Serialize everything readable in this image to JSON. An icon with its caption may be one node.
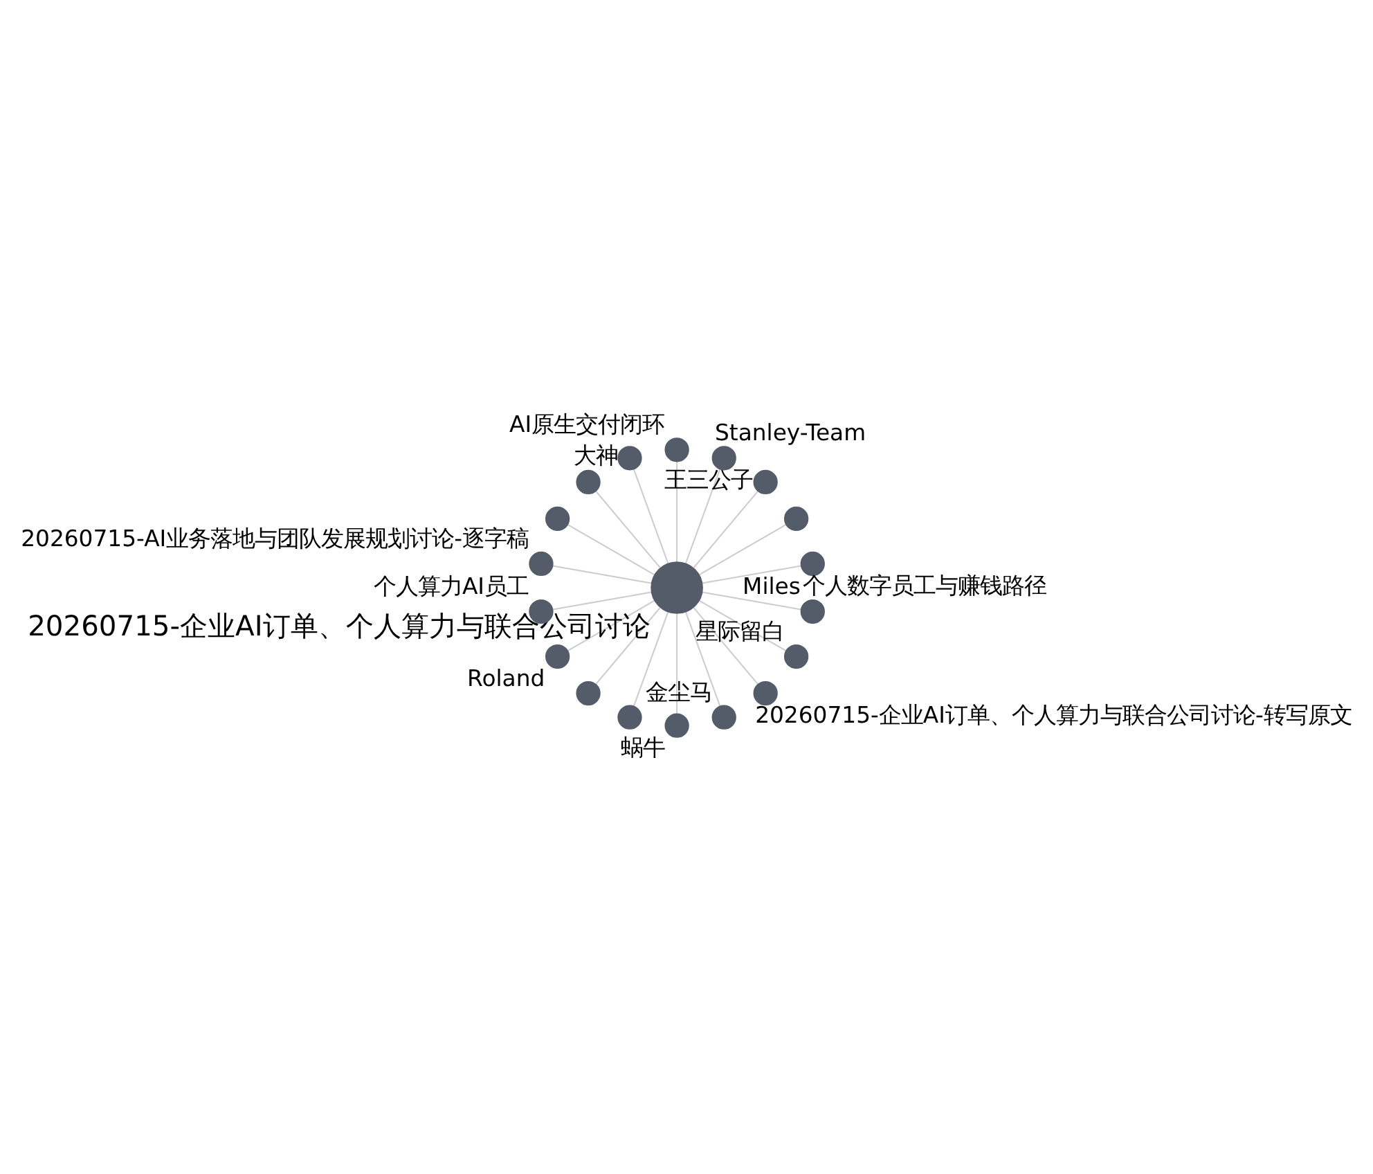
{
  "diagram": {
    "nodes": [
      {
        "text": [
          "20260715-企业AI订单、个人算力与联合公司讨论"
        ]
      },
      {
        "text": [
          "个人数字员工与赚钱路径"
        ]
      },
      {
        "text": [],
        "shape": "circle"
      },
      {
        "text": [
          "王三公子"
        ]
      },
      {
        "text": [
          "Stanley-Team"
        ]
      },
      {
        "text": [
          "AI原生交付闭环"
        ]
      },
      {
        "text": [
          "大神"
        ]
      },
      {
        "text": [],
        "shape": "circle"
      },
      {
        "text": [],
        "shape": "circle"
      },
      {
        "text": [
          "20260715-AI业务落地与团队发展规划讨论-逐字稿"
        ]
      },
      {
        "text": [
          "个人算力AI员工"
        ]
      },
      {
        "text": [
          "Roland"
        ]
      },
      {
        "text": [],
        "shape": "circle"
      },
      {
        "text": [],
        "shape": "circle"
      },
      {
        "text": [
          "蜗牛"
        ]
      },
      {
        "text": [
          "金尘马"
        ]
      },
      {
        "text": [
          "20260715-企业AI订单、个人算力与联合公司讨论-转写原文"
        ]
      },
      {
        "text": [
          "星际留白"
        ]
      },
      {
        "text": [
          "Miles"
        ]
      }
    ],
    "edges": [
      {
        "from": 0,
        "to": 1,
        "arrow": "none"
      },
      {
        "from": 0,
        "to": 2,
        "arrow": "none"
      },
      {
        "from": 0,
        "to": 3,
        "arrow": "none"
      },
      {
        "from": 0,
        "to": 4,
        "arrow": "none"
      },
      {
        "from": 0,
        "to": 5,
        "arrow": "none"
      },
      {
        "from": 0,
        "to": 6,
        "arrow": "none"
      },
      {
        "from": 0,
        "to": 7,
        "arrow": "none"
      },
      {
        "from": 0,
        "to": 8,
        "arrow": "none"
      },
      {
        "from": 0,
        "to": 9,
        "arrow": "none"
      },
      {
        "from": 0,
        "to": 10,
        "arrow": "none"
      },
      {
        "from": 0,
        "to": 11,
        "arrow": "none"
      },
      {
        "from": 0,
        "to": 12,
        "arrow": "none"
      },
      {
        "from": 0,
        "to": 13,
        "arrow": "none"
      },
      {
        "from": 0,
        "to": 14,
        "arrow": "none"
      },
      {
        "from": 0,
        "to": 15,
        "arrow": "none"
      },
      {
        "from": 0,
        "to": 16,
        "arrow": "none"
      },
      {
        "from": 0,
        "to": 17,
        "arrow": "none"
      },
      {
        "from": 0,
        "to": 18,
        "arrow": "none"
      }
    ]
  }
}
